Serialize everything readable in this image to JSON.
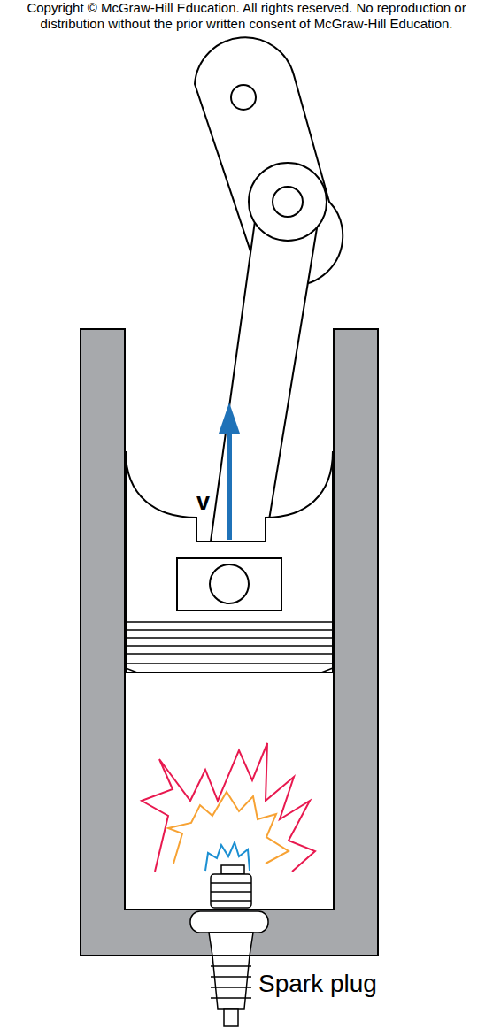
{
  "diagram": {
    "labels": [
      "Copyright © McGraw-Hill Education.  All rights reserved. No reproduction or distribution without the prior written consent of McGraw-Hill Education.",
      "v",
      "Spark plug"
    ]
  }
}
